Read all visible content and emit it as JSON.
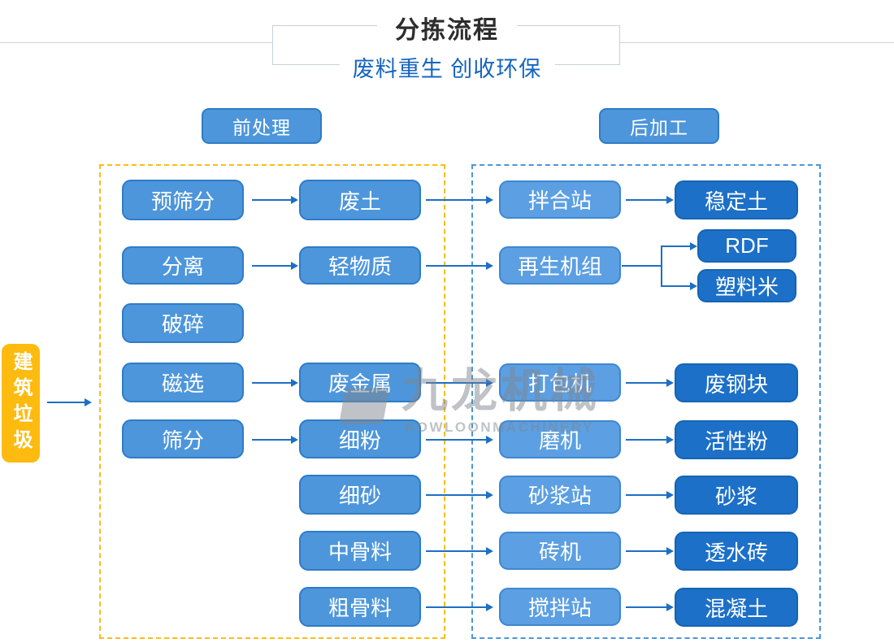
{
  "header": {
    "title": "分拣流程",
    "subtitle": "废料重生 创收环保"
  },
  "sections": {
    "pre": "前处理",
    "post": "后加工"
  },
  "source": {
    "label": "建筑垃圾"
  },
  "nodes": [
    {
      "id": "pre-screening",
      "label": "预筛分"
    },
    {
      "id": "waste-soil",
      "label": "废土"
    },
    {
      "id": "mixing-plant",
      "label": "拌合站"
    },
    {
      "id": "stabilized-soil",
      "label": "稳定土"
    },
    {
      "id": "separation",
      "label": "分离"
    },
    {
      "id": "light-material",
      "label": "轻物质"
    },
    {
      "id": "regeneration-unit",
      "label": "再生机组"
    },
    {
      "id": "rdf",
      "label": "RDF"
    },
    {
      "id": "plastic-pellets",
      "label": "塑料米"
    },
    {
      "id": "crushing",
      "label": "破碎"
    },
    {
      "id": "magnetic-separation",
      "label": "磁选"
    },
    {
      "id": "scrap-metal",
      "label": "废金属"
    },
    {
      "id": "baler",
      "label": "打包机"
    },
    {
      "id": "scrap-steel",
      "label": "废钢块"
    },
    {
      "id": "screening",
      "label": "筛分"
    },
    {
      "id": "fine-powder",
      "label": "细粉"
    },
    {
      "id": "mill",
      "label": "磨机"
    },
    {
      "id": "active-powder",
      "label": "活性粉"
    },
    {
      "id": "fine-sand",
      "label": "细砂"
    },
    {
      "id": "mortar-station",
      "label": "砂浆站"
    },
    {
      "id": "mortar",
      "label": "砂浆"
    },
    {
      "id": "medium-aggregate",
      "label": "中骨料"
    },
    {
      "id": "brick-machine",
      "label": "砖机"
    },
    {
      "id": "permeable-brick",
      "label": "透水砖"
    },
    {
      "id": "coarse-aggregate",
      "label": "粗骨料"
    },
    {
      "id": "mixing-station",
      "label": "搅拌站"
    },
    {
      "id": "concrete",
      "label": "混凝土"
    }
  ],
  "watermark": {
    "brand": "九龙机械",
    "caption": "KOWLOONMACHINERY"
  },
  "colors": {
    "box_blue": "#4d96db",
    "box_light_blue": "#5c9fe2",
    "box_dark_blue": "#1c70c8",
    "source_yellow": "#fdbb10",
    "pre_frame_yellow": "#fcbd16",
    "post_frame_blue": "#4d96db",
    "arrow_blue": "#1d6fc4",
    "subtitle_blue": "#1664c0",
    "title_dark": "#2d2d2d"
  }
}
